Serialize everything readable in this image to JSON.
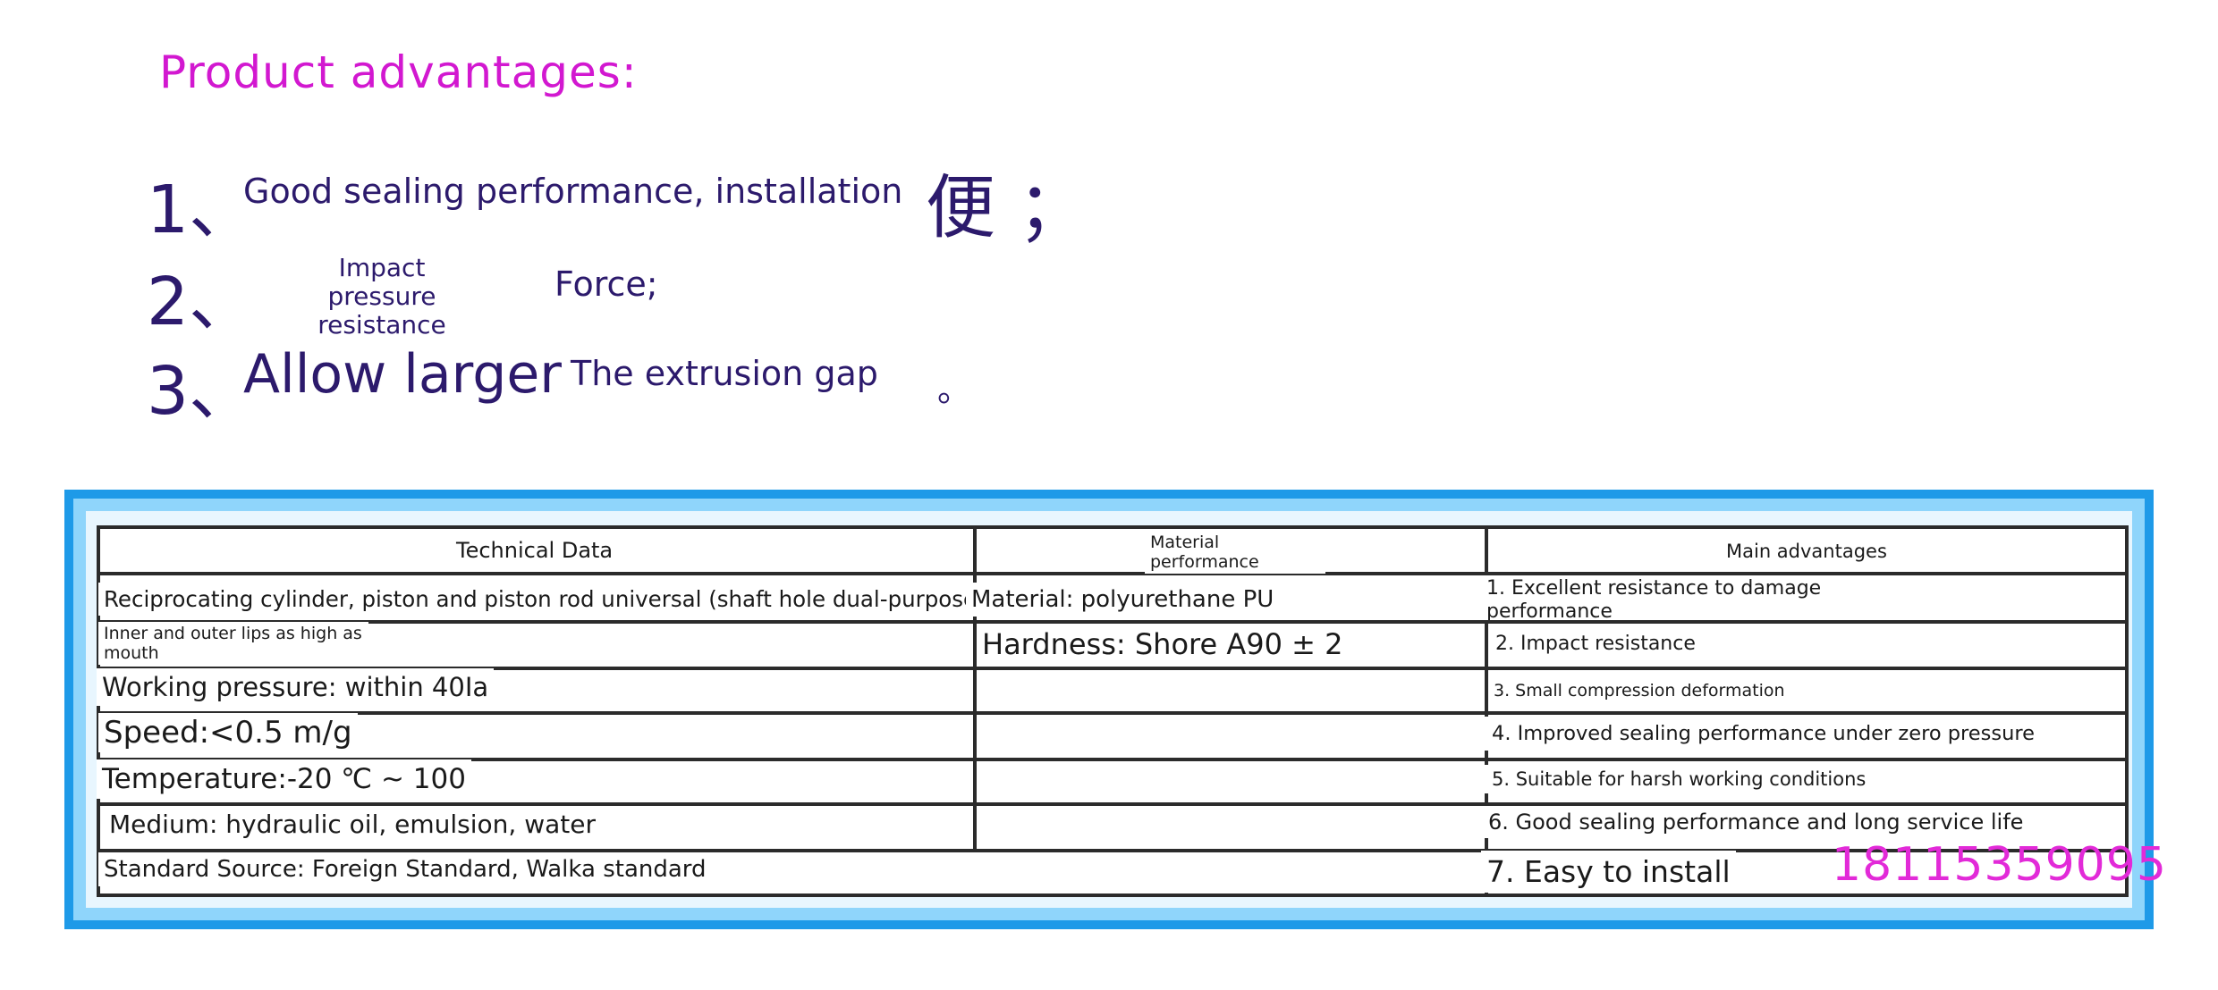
{
  "heading": "Product advantages:",
  "advantages": [
    {
      "num": "1、",
      "text": "Good sealing performance, installation",
      "extra": "便 ；"
    },
    {
      "num": "2、",
      "text": "Impact pressure resistance",
      "extra": "Force;"
    },
    {
      "num": "3、",
      "text": "Allow larger",
      "text2": "The extrusion gap",
      "extra": "。"
    }
  ],
  "table": {
    "headers": [
      "Technical Data",
      "Material performance",
      "Main advantages"
    ],
    "col1": [
      "Reciprocating cylinder, piston and piston rod universal (shaft hole dual-purpose)",
      "Inner and outer lips as high as mouth",
      "Working pressure: within 40Ia",
      "Speed:<0.5 m/g",
      "Temperature:-20 ℃ ~ 100",
      "Medium: hydraulic oil, emulsion, water",
      "Standard Source: Foreign Standard, Walka standard"
    ],
    "col2": [
      "Material: polyurethane PU",
      "Hardness: Shore A90 ± 2"
    ],
    "col3": [
      "1. Excellent resistance to damage performance",
      "2. Impact resistance",
      "3. Small compression deformation",
      "4. Improved sealing performance under zero pressure",
      "5. Suitable for harsh working conditions",
      "6. Good sealing performance and long service life",
      "7. Easy to install"
    ]
  },
  "phone": "18115359095",
  "colors": {
    "title": "#d218d0",
    "text": "#2c1a6c",
    "frame": "#1e9ae8",
    "phone": "#e22ad8"
  }
}
